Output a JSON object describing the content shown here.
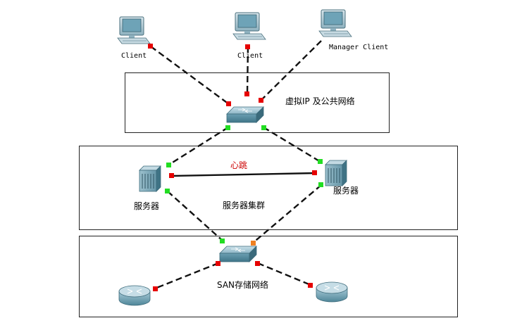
{
  "zones": {
    "public": {
      "label": "虚拟IP 及公共网络"
    },
    "cluster": {
      "label": "服务器集群"
    },
    "san": {
      "label": "SAN存储网络"
    }
  },
  "clients": {
    "left": {
      "label": "Client"
    },
    "middle": {
      "label": "Client"
    },
    "right": {
      "label": "Manager Client"
    }
  },
  "servers": {
    "left": {
      "label": "服务器"
    },
    "right": {
      "label": "服务器"
    }
  },
  "links": {
    "heartbeat": {
      "label": "心跳"
    }
  },
  "colors": {
    "port_down": "#e60000",
    "port_up": "#22dd22",
    "port_standby": "#f08020",
    "heartbeat_label": "#cc0000",
    "device_teal": "#5f95a8"
  }
}
